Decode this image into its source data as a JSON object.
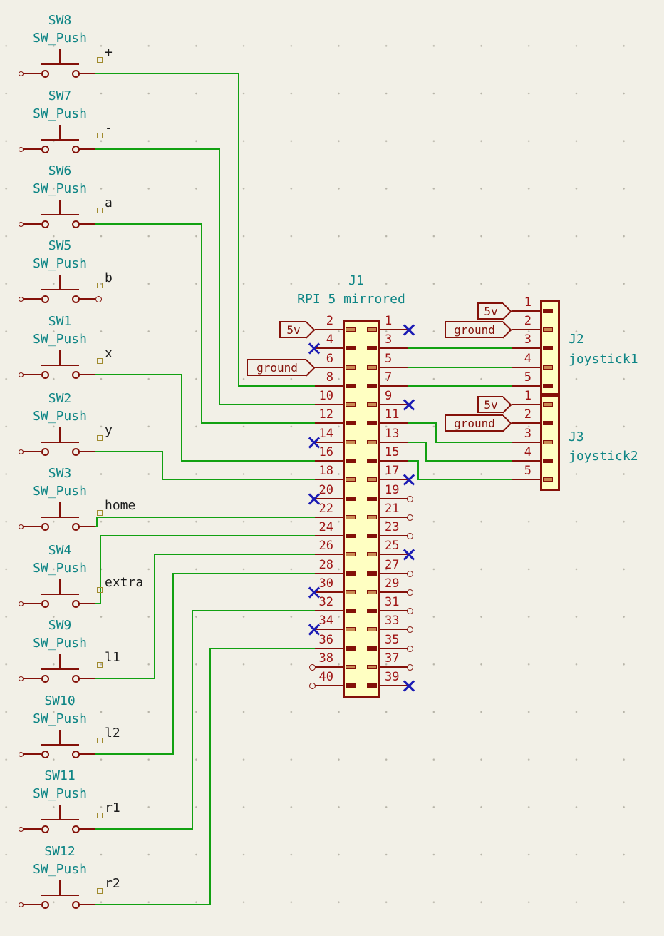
{
  "schematic": {
    "title_block": null,
    "switches": [
      {
        "id": "plus",
        "ref": "SW8",
        "value": "SW_Push",
        "net": "+",
        "j1_pin": "8"
      },
      {
        "id": "minus",
        "ref": "SW7",
        "value": "SW_Push",
        "net": "-",
        "j1_pin": "10"
      },
      {
        "id": "a",
        "ref": "SW6",
        "value": "SW_Push",
        "net": "a",
        "j1_pin": "12"
      },
      {
        "id": "b",
        "ref": "SW5",
        "value": "SW_Push",
        "net": "b",
        "unconnected": true
      },
      {
        "id": "x",
        "ref": "SW1",
        "value": "SW_Push",
        "net": "x",
        "j1_pin": "16"
      },
      {
        "id": "y",
        "ref": "SW2",
        "value": "SW_Push",
        "net": "y",
        "j1_pin": "18"
      },
      {
        "id": "home",
        "ref": "SW3",
        "value": "SW_Push",
        "net": "home",
        "j1_pin": "22"
      },
      {
        "id": "extra",
        "ref": "SW4",
        "value": "SW_Push",
        "net": "extra",
        "j1_pin": "24"
      },
      {
        "id": "l1",
        "ref": "SW9",
        "value": "SW_Push",
        "net": "l1",
        "j1_pin": "26"
      },
      {
        "id": "l2",
        "ref": "SW10",
        "value": "SW_Push",
        "net": "l2",
        "j1_pin": "28"
      },
      {
        "id": "r1",
        "ref": "SW11",
        "value": "SW_Push",
        "net": "r1",
        "j1_pin": "32"
      },
      {
        "id": "r2",
        "ref": "SW12",
        "value": "SW_Push",
        "net": "r2",
        "j1_pin": "36"
      }
    ],
    "j1": {
      "ref": "J1",
      "value": "RPI 5 mirrored",
      "left_pins": [
        {
          "num": "2",
          "state": "label-5v"
        },
        {
          "num": "4",
          "state": "nc"
        },
        {
          "num": "6",
          "state": "label-ground"
        },
        {
          "num": "8",
          "state": "wire",
          "net": "+"
        },
        {
          "num": "10",
          "state": "wire",
          "net": "-"
        },
        {
          "num": "12",
          "state": "wire",
          "net": "a"
        },
        {
          "num": "14",
          "state": "nc"
        },
        {
          "num": "16",
          "state": "wire",
          "net": "x"
        },
        {
          "num": "18",
          "state": "wire",
          "net": "y"
        },
        {
          "num": "20",
          "state": "nc"
        },
        {
          "num": "22",
          "state": "wire",
          "net": "home"
        },
        {
          "num": "24",
          "state": "wire",
          "net": "extra"
        },
        {
          "num": "26",
          "state": "wire",
          "net": "l1"
        },
        {
          "num": "28",
          "state": "wire",
          "net": "l2"
        },
        {
          "num": "30",
          "state": "nc"
        },
        {
          "num": "32",
          "state": "wire",
          "net": "r1"
        },
        {
          "num": "34",
          "state": "nc"
        },
        {
          "num": "36",
          "state": "wire",
          "net": "r2"
        },
        {
          "num": "38",
          "state": "open"
        },
        {
          "num": "40",
          "state": "open"
        }
      ],
      "right_pins": [
        {
          "num": "1",
          "state": "nc"
        },
        {
          "num": "3",
          "state": "wire",
          "to": "J2.3"
        },
        {
          "num": "5",
          "state": "wire",
          "to": "J2.4"
        },
        {
          "num": "7",
          "state": "wire",
          "to": "J2.5"
        },
        {
          "num": "9",
          "state": "nc"
        },
        {
          "num": "11",
          "state": "wire",
          "to": "J3.3"
        },
        {
          "num": "13",
          "state": "wire",
          "to": "J3.4"
        },
        {
          "num": "15",
          "state": "wire",
          "to": "J3.5"
        },
        {
          "num": "17",
          "state": "nc"
        },
        {
          "num": "19",
          "state": "open"
        },
        {
          "num": "21",
          "state": "open"
        },
        {
          "num": "23",
          "state": "open"
        },
        {
          "num": "25",
          "state": "nc"
        },
        {
          "num": "27",
          "state": "open"
        },
        {
          "num": "29",
          "state": "open"
        },
        {
          "num": "31",
          "state": "open"
        },
        {
          "num": "33",
          "state": "open"
        },
        {
          "num": "35",
          "state": "open"
        },
        {
          "num": "37",
          "state": "open"
        },
        {
          "num": "39",
          "state": "nc"
        }
      ]
    },
    "j2": {
      "ref": "J2",
      "value": "joystick1",
      "pins": [
        {
          "num": "1",
          "state": "label-5v"
        },
        {
          "num": "2",
          "state": "label-ground"
        },
        {
          "num": "3",
          "state": "wire",
          "from": "J1.3"
        },
        {
          "num": "4",
          "state": "wire",
          "from": "J1.5"
        },
        {
          "num": "5",
          "state": "wire",
          "from": "J1.7"
        }
      ]
    },
    "j3": {
      "ref": "J3",
      "value": "joystick2",
      "pins": [
        {
          "num": "1",
          "state": "label-5v"
        },
        {
          "num": "2",
          "state": "label-ground"
        },
        {
          "num": "3",
          "state": "wire",
          "from": "J1.11"
        },
        {
          "num": "4",
          "state": "wire",
          "from": "J1.13"
        },
        {
          "num": "5",
          "state": "wire",
          "from": "J1.15"
        }
      ]
    },
    "power_labels": {
      "v5": "5v",
      "gnd": "ground"
    },
    "connections_summary": [
      "SW8(+)→J1.8",
      "SW7(-)→J1.10",
      "SW6(a)→J1.12",
      "SW5(b) unconnected",
      "SW1(x)→J1.16",
      "SW2(y)→J1.18",
      "SW3(home)→J1.22",
      "SW4(extra)→J1.24",
      "SW9(l1)→J1.26",
      "SW10(l2)→J1.28",
      "SW11(r1)→J1.32",
      "SW12(r2)→J1.36",
      "J1.3→J2.3",
      "J1.5→J2.4",
      "J1.7→J2.5",
      "J1.11→J3.3",
      "J1.13→J3.4",
      "J1.15→J3.5"
    ],
    "colors": {
      "background": "#f2f0e7",
      "wire_green": "#12a112",
      "symbol_maroon": "#841109",
      "pin_number_red": "#9e1313",
      "text_teal": "#0e8585",
      "net_label_black": "#1c1c1c",
      "no_connect_blue": "#1b1bb4",
      "connector_fill": "#ffffc2",
      "pin_leg_fill": "#c98a52",
      "label_anchor_olive": "#a08a2e",
      "grid_dot": "#b7b4a8"
    }
  }
}
